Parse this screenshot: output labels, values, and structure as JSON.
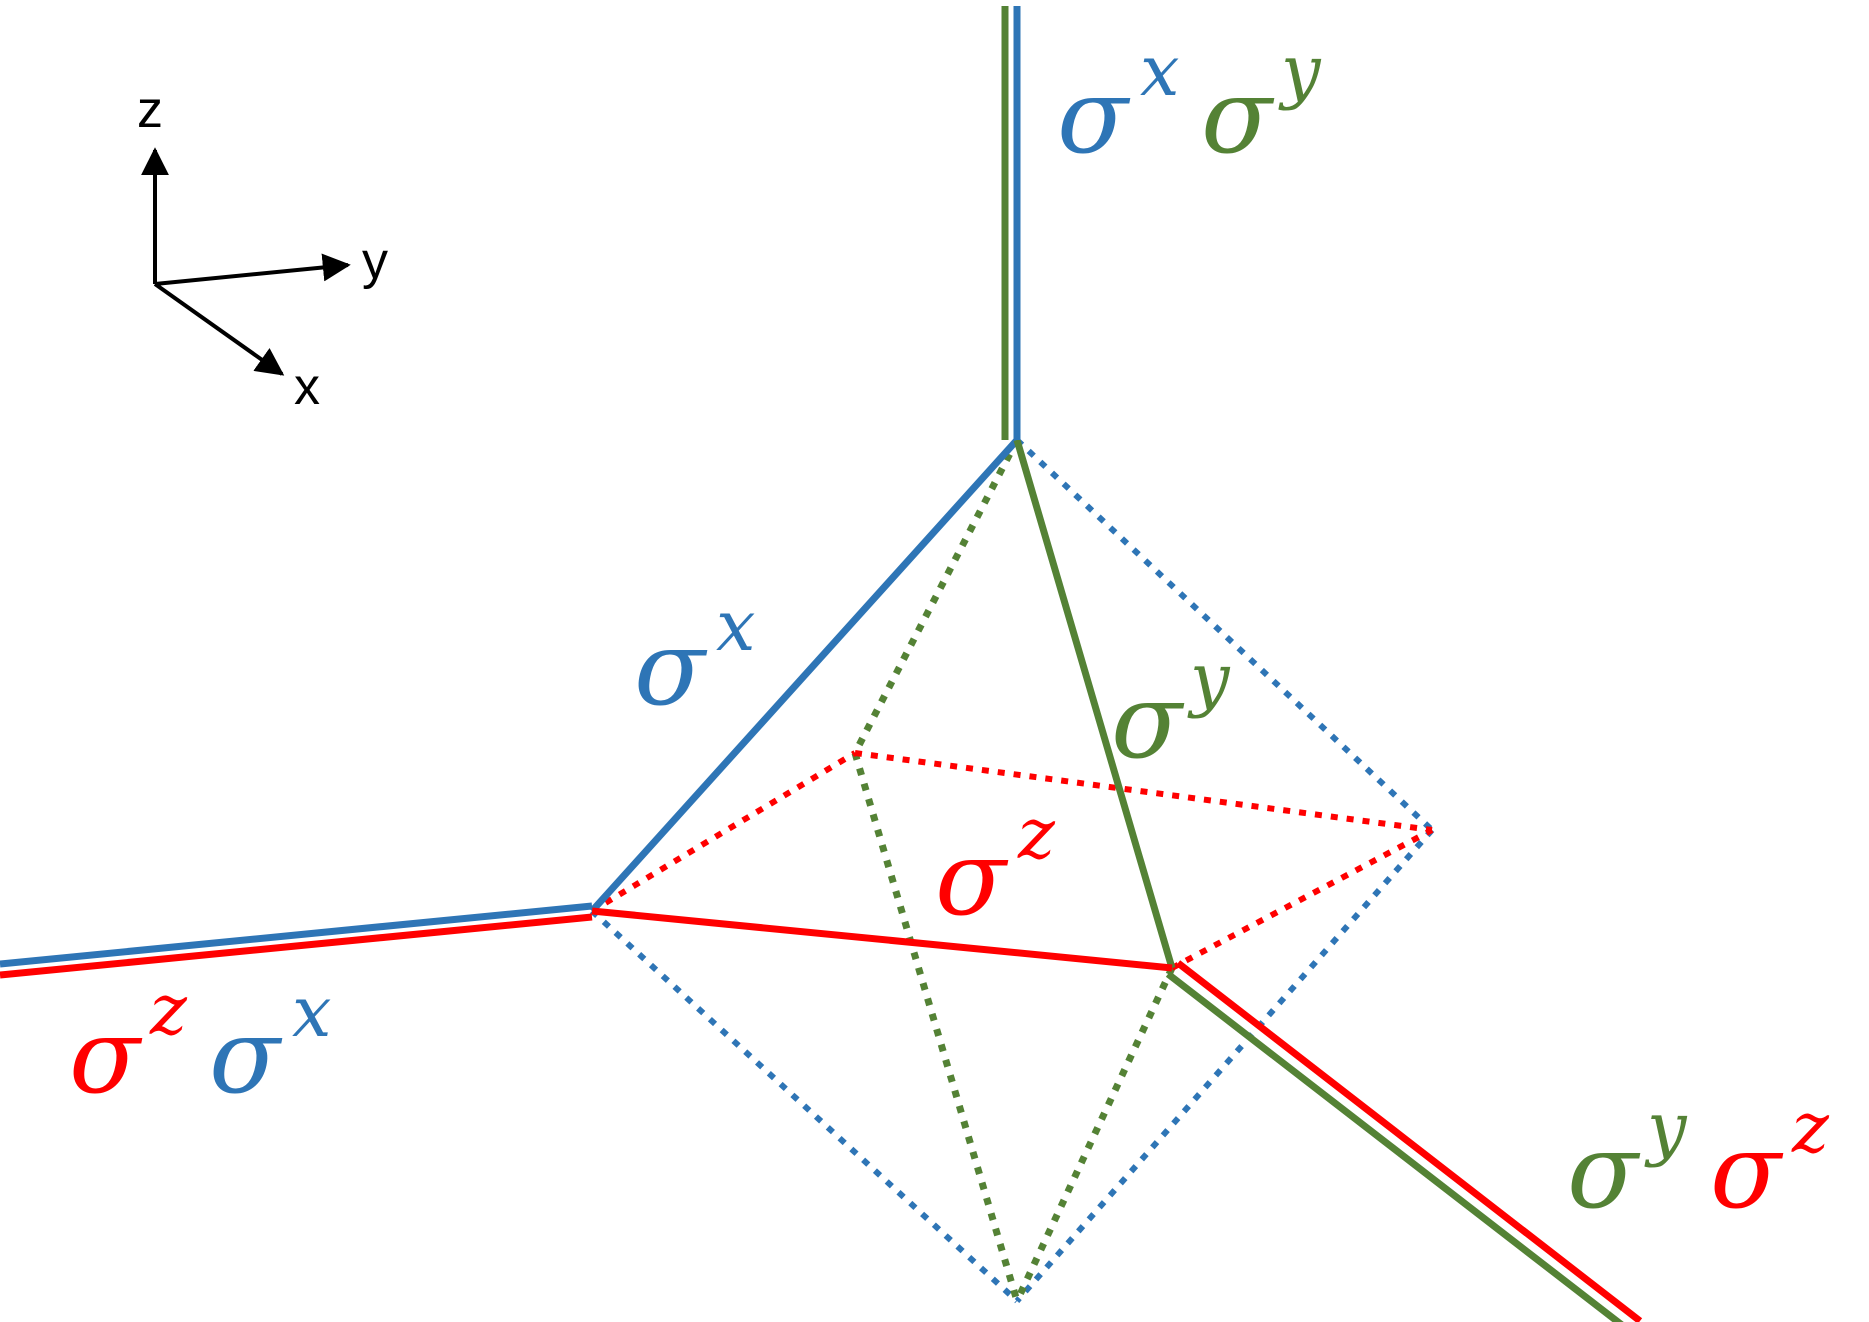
{
  "colors": {
    "x": "#2e75b6",
    "y": "#548235",
    "z": "#ff0000",
    "axes": "#000000"
  },
  "axes": {
    "z": "z",
    "y": "y",
    "x": "x"
  },
  "labels": {
    "sigma": "σ",
    "sx": "x",
    "sy": "y",
    "sz": "z"
  }
}
